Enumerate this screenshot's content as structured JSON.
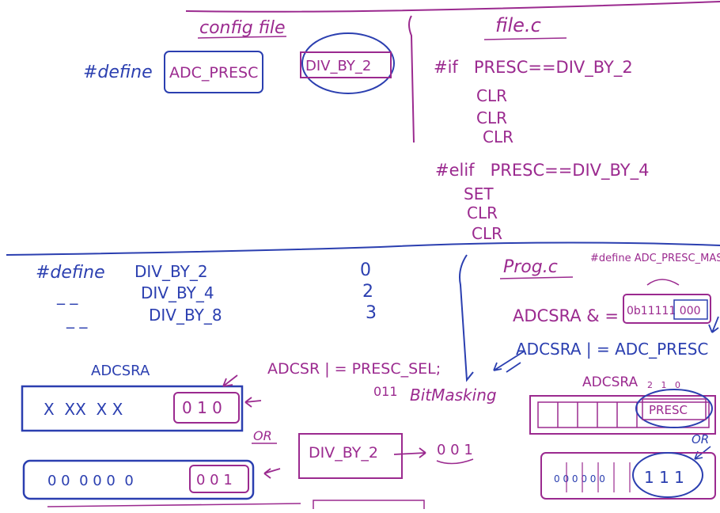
{
  "colors": {
    "blue": "#2b3fb0",
    "magenta": "#9b2a8f",
    "background": "#ffffff"
  },
  "top_left": {
    "config_title": "config file",
    "define_keyword": "#define",
    "macro_name": "ADC_PRESC",
    "macro_value": "DIV_BY_2"
  },
  "top_right": {
    "file_title": "file.c",
    "if_line": "#if   PRESC==DIV_BY_2",
    "if_body": [
      "CLR",
      "CLR",
      "CLR"
    ],
    "elif_line": "#elif   PRESC==DIV_BY_4",
    "elif_body": [
      "SET",
      "CLR",
      "CLR"
    ]
  },
  "defines": {
    "keyword": "#define",
    "dashes": [
      "_ _",
      "_ _"
    ],
    "names": [
      "DIV_BY_2",
      "DIV_BY_4",
      "DIV_BY_8"
    ],
    "values": [
      "0",
      "2",
      "3"
    ]
  },
  "register_section": {
    "reg_label": "ADCSRA",
    "reg_bits": "X  XX  X X",
    "reg_tail": "0 1 0",
    "assign_line": "ADCSR | = PRESC_SEL;",
    "assign_note": "011",
    "bit_masking": "BitMasking",
    "or_label": "OR",
    "div_box": "DIV_BY_2",
    "div_result": "0 0 1",
    "bottom_bits": "0 0  0 0 0  0",
    "bottom_tail": "0 0 1"
  },
  "prog_section": {
    "title": "Prog.c",
    "define_line": "#define ADC_PRESC_MASK",
    "and_line": "ADCSRA & = ",
    "mask_value": "0b11111 000",
    "or_line": "ADCSRA | = ADC_PRESC",
    "reg_label": "ADCSRA",
    "bit_nums": "2   1   0",
    "presc_box": "PRESC",
    "or_label": "OR",
    "bottom_bits": "0 0 0 0 0 0",
    "bottom_ones": "1 1 1"
  }
}
